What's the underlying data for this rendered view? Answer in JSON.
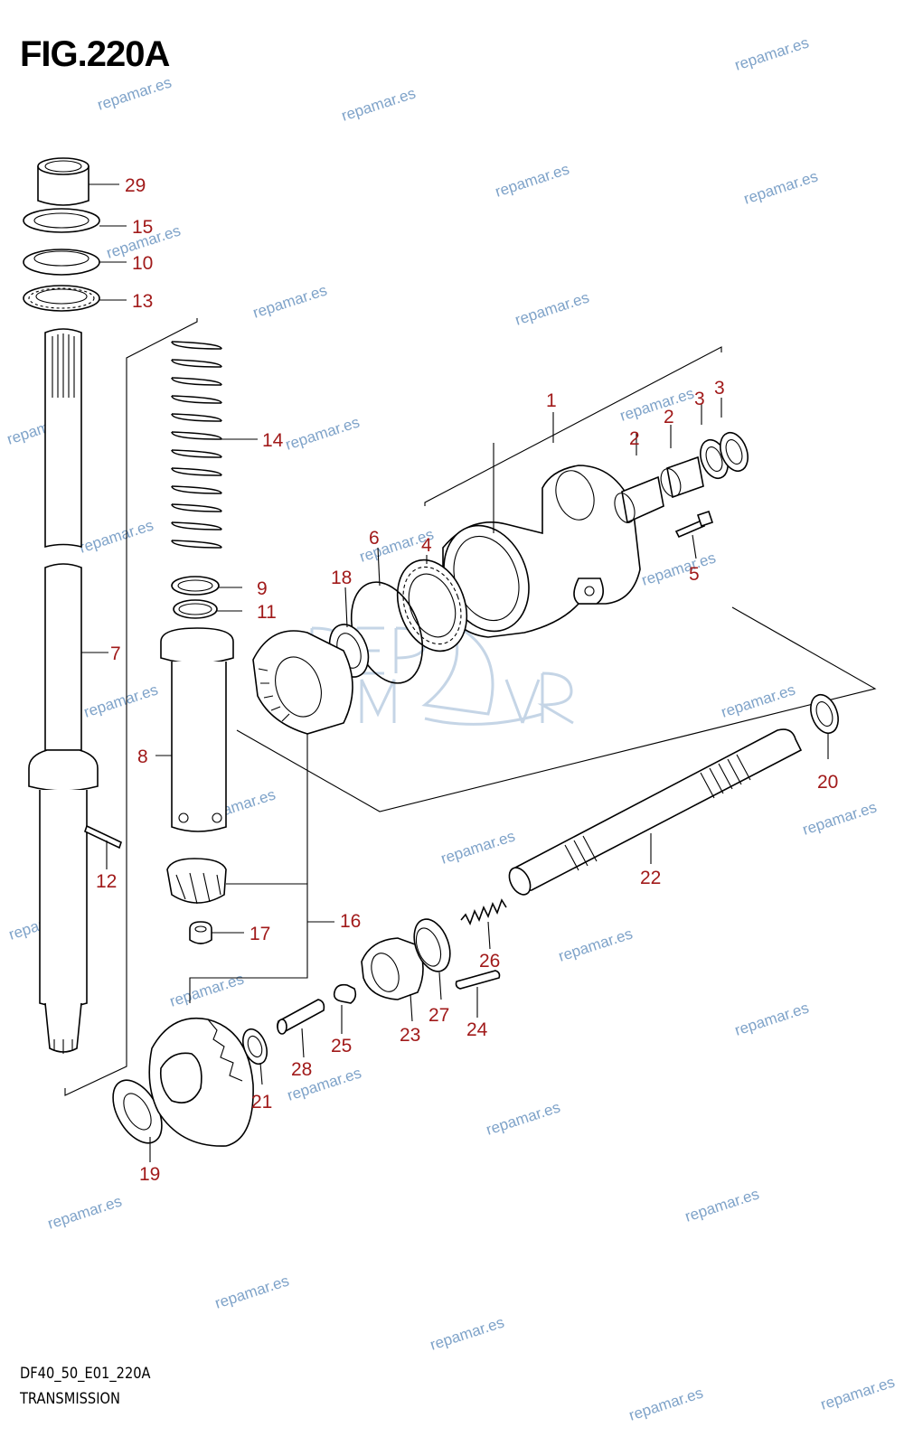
{
  "figure": {
    "title": "FIG.220A",
    "code": "DF40_50_E01_220A",
    "name": "TRANSMISSION"
  },
  "watermark": {
    "text": "repamar.es",
    "logo_text": "REPAMAR",
    "color": "#7fa3c9"
  },
  "callout_color": "#a11a1a",
  "callouts": [
    {
      "id": "c29",
      "label": "29"
    },
    {
      "id": "c15",
      "label": "15"
    },
    {
      "id": "c10",
      "label": "10"
    },
    {
      "id": "c13",
      "label": "13"
    },
    {
      "id": "c14",
      "label": "14"
    },
    {
      "id": "c9",
      "label": "9"
    },
    {
      "id": "c11",
      "label": "11"
    },
    {
      "id": "c7",
      "label": "7"
    },
    {
      "id": "c8",
      "label": "8"
    },
    {
      "id": "c12",
      "label": "12"
    },
    {
      "id": "c16",
      "label": "16"
    },
    {
      "id": "c17",
      "label": "17"
    },
    {
      "id": "c19",
      "label": "19"
    },
    {
      "id": "c21",
      "label": "21"
    },
    {
      "id": "c28",
      "label": "28"
    },
    {
      "id": "c25",
      "label": "25"
    },
    {
      "id": "c23",
      "label": "23"
    },
    {
      "id": "c27",
      "label": "27"
    },
    {
      "id": "c24",
      "label": "24"
    },
    {
      "id": "c26",
      "label": "26"
    },
    {
      "id": "c22",
      "label": "22"
    },
    {
      "id": "c20",
      "label": "20"
    },
    {
      "id": "c18",
      "label": "18"
    },
    {
      "id": "c6",
      "label": "6"
    },
    {
      "id": "c4",
      "label": "4"
    },
    {
      "id": "c1",
      "label": "1"
    },
    {
      "id": "c2a",
      "label": "2"
    },
    {
      "id": "c2b",
      "label": "2"
    },
    {
      "id": "c3a",
      "label": "3"
    },
    {
      "id": "c3b",
      "label": "3"
    },
    {
      "id": "c5",
      "label": "5"
    }
  ]
}
